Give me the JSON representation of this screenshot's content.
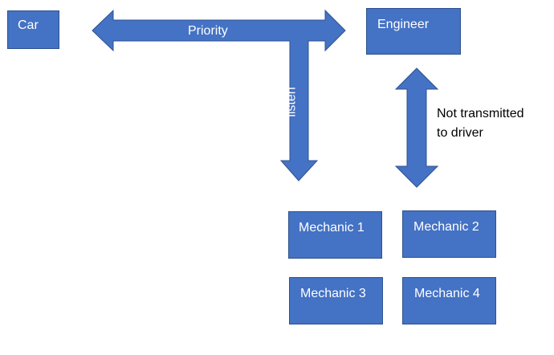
{
  "diagram": {
    "nodes": {
      "car": "Car",
      "engineer": "Engineer",
      "mechanic_1": "Mechanic 1",
      "mechanic_2": "Mechanic 2",
      "mechanic_3": "Mechanic 3",
      "mechanic_4": "Mechanic 4"
    },
    "edges": {
      "priority": "Priority",
      "listen": "listen",
      "not_transmitted_line1": "Not transmitted",
      "not_transmitted_line2": "to driver"
    },
    "colors": {
      "fill": "#4472C4",
      "stroke": "#2F528F",
      "label_on_fill": "#FFFFFF",
      "label_on_background": "#000000"
    }
  }
}
